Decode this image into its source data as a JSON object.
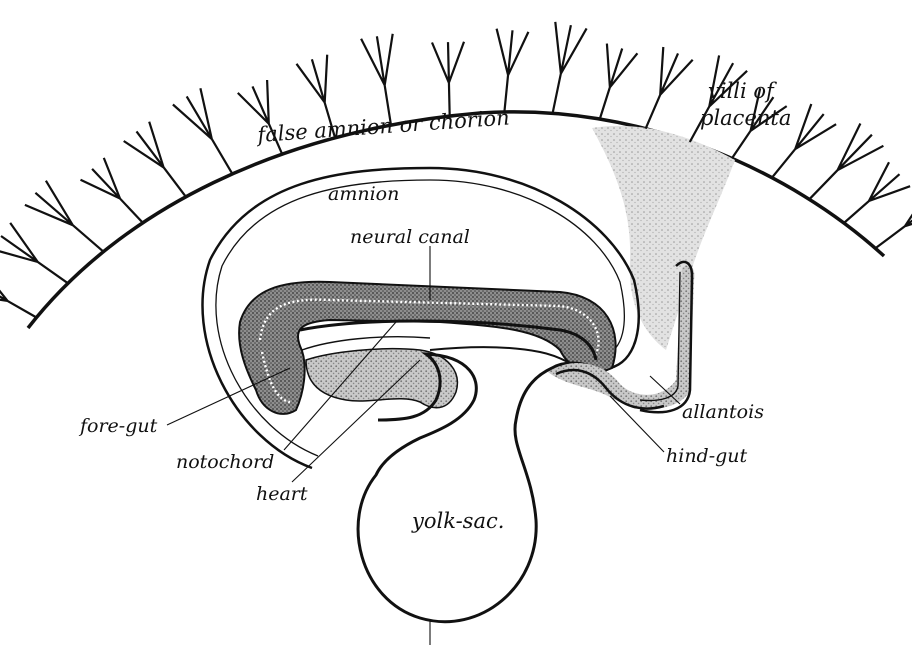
{
  "figure": {
    "labels": {
      "chorion": "false amnion or chorion",
      "villi": "villi of placenta",
      "amnion": "amnion",
      "neural_canal": "neural canal",
      "fore_gut": "fore-gut",
      "notochord": "notochord",
      "heart": "heart",
      "allantois": "allantois",
      "hind_gut": "hind-gut",
      "yolk_sac": "yolk-sac."
    }
  }
}
